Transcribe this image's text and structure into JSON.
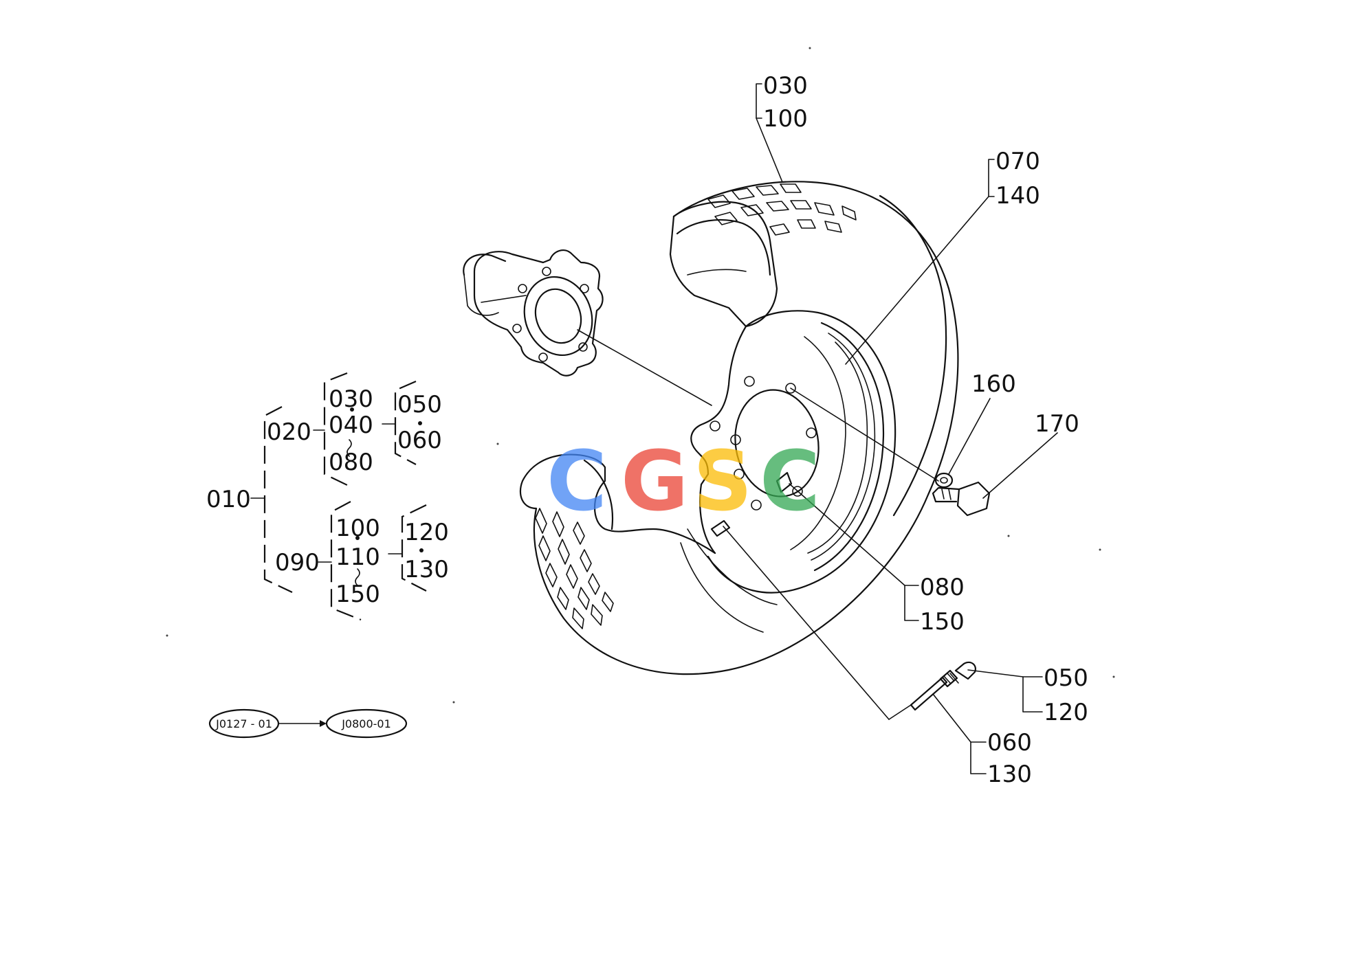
{
  "callouts": {
    "c030": "030",
    "c100a": "100",
    "c070": "070",
    "c140": "140",
    "c160": "160",
    "c170": "170",
    "c080": "080",
    "c150": "150",
    "c050": "050",
    "c120": "120",
    "c060": "060",
    "c130": "130"
  },
  "tree": {
    "n010": "010",
    "n020": "020",
    "n090": "090",
    "n030": "030",
    "n040": "040",
    "n080": "080",
    "n050": "050",
    "n060": "060",
    "n100": "100",
    "n110": "110",
    "n150": "150",
    "n120": "120",
    "n130": "130"
  },
  "serial": {
    "from": "J0127 - 01",
    "to": "J0800-01"
  },
  "watermark": {
    "letters": [
      "C",
      "G",
      "S",
      "C"
    ],
    "colors": [
      "#4285F4",
      "#EA4335",
      "#FBBC05",
      "#34A853"
    ]
  }
}
